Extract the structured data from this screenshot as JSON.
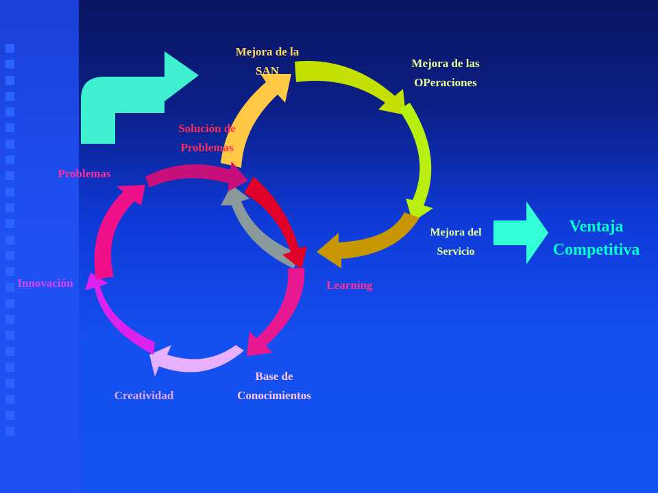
{
  "labels": {
    "mejora_san": "Mejora de la\nSAN",
    "mejora_operaciones": "Mejora de las\nOPeraciones",
    "mejora_servicio": "Mejora del\nServicio",
    "ventaja": "Ventaja\nCompetitiva",
    "learning": "Learning",
    "solucion": "Solución de\nProblemas",
    "problemas": "Problemas",
    "innovacion": "Innovación",
    "creatividad": "Creatividad",
    "base": "Base de\nConocimientos"
  },
  "colors": {
    "background_top": "#0a1560",
    "background_bottom": "#1552f2",
    "mejora_san": "#ffd85a",
    "mejora_operaciones": "#e8ff9a",
    "mejora_servicio": "#e8ff9a",
    "ventaja": "#00ffcc",
    "learning": "#ff2d9a",
    "solucion": "#ff2d55",
    "problemas": "#ff2d9a",
    "innovacion": "#e040ff",
    "creatividad": "#e0a8ff",
    "base": "#ffc8ff"
  }
}
